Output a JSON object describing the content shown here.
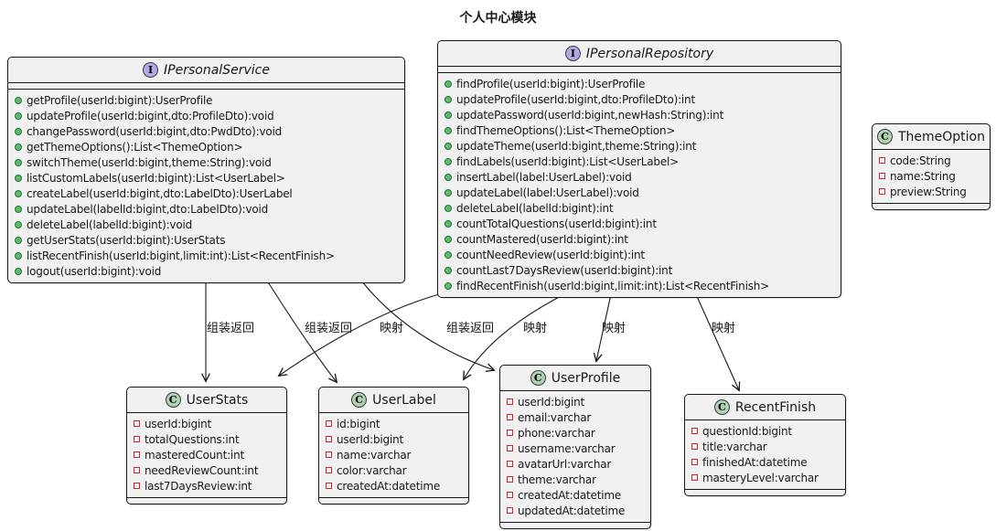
{
  "title": "个人中心模块",
  "classes": [
    {
      "id": "service",
      "stereotype": "interface",
      "spot": "I",
      "name": "IPersonalService",
      "fields": [],
      "methods": [
        "getProfile(userId:bigint):UserProfile",
        "updateProfile(userId:bigint,dto:ProfileDto):void",
        "changePassword(userId:bigint,dto:PwdDto):void",
        "getThemeOptions():List<ThemeOption>",
        "switchTheme(userId:bigint,theme:String):void",
        "listCustomLabels(userId:bigint):List<UserLabel>",
        "createLabel(userId:bigint,dto:LabelDto):UserLabel",
        "updateLabel(labelId:bigint,dto:LabelDto):void",
        "deleteLabel(labelId:bigint):void",
        "getUserStats(userId:bigint):UserStats",
        "listRecentFinish(userId:bigint,limit:int):List<RecentFinish>",
        "logout(userId:bigint):void"
      ]
    },
    {
      "id": "repository",
      "stereotype": "interface",
      "spot": "I",
      "name": "IPersonalRepository",
      "fields": [],
      "methods": [
        "findProfile(userId:bigint):UserProfile",
        "updateProfile(userId:bigint,dto:ProfileDto):int",
        "updatePassword(userId:bigint,newHash:String):int",
        "findThemeOptions():List<ThemeOption>",
        "updateTheme(userId:bigint,theme:String):int",
        "findLabels(userId:bigint):List<UserLabel>",
        "insertLabel(label:UserLabel):void",
        "updateLabel(label:UserLabel):void",
        "deleteLabel(labelId:bigint):int",
        "countTotalQuestions(userId:bigint):int",
        "countMastered(userId:bigint):int",
        "countNeedReview(userId:bigint):int",
        "countLast7DaysReview(userId:bigint):int",
        "findRecentFinish(userId:bigint,limit:int):List<RecentFinish>"
      ]
    },
    {
      "id": "themeOption",
      "stereotype": "class",
      "spot": "C",
      "name": "ThemeOption",
      "fields": [
        "code:String",
        "name:String",
        "preview:String"
      ],
      "methods": []
    },
    {
      "id": "userStats",
      "stereotype": "class",
      "spot": "C",
      "name": "UserStats",
      "fields": [
        "userId:bigint",
        "totalQuestions:int",
        "masteredCount:int",
        "needReviewCount:int",
        "last7DaysReview:int"
      ],
      "methods": []
    },
    {
      "id": "userLabel",
      "stereotype": "class",
      "spot": "C",
      "name": "UserLabel",
      "fields": [
        "id:bigint",
        "userId:bigint",
        "name:varchar",
        "color:varchar",
        "createdAt:datetime"
      ],
      "methods": []
    },
    {
      "id": "userProfile",
      "stereotype": "class",
      "spot": "C",
      "name": "UserProfile",
      "fields": [
        "userId:bigint",
        "email:varchar",
        "phone:varchar",
        "username:varchar",
        "avatarUrl:varchar",
        "theme:varchar",
        "createdAt:datetime",
        "updatedAt:datetime"
      ],
      "methods": []
    },
    {
      "id": "recentFinish",
      "stereotype": "class",
      "spot": "C",
      "name": "RecentFinish",
      "fields": [
        "questionId:bigint",
        "title:varchar",
        "finishedAt:datetime",
        "masteryLevel:varchar"
      ],
      "methods": []
    }
  ],
  "edges": [
    {
      "from": "IPersonalService",
      "to": "UserStats",
      "label": "组装返回"
    },
    {
      "from": "IPersonalService",
      "to": "UserLabel",
      "label": "组装返回"
    },
    {
      "from": "IPersonalService",
      "to": "UserProfile",
      "label": "组装返回"
    },
    {
      "from": "IPersonalRepository",
      "to": "UserStats",
      "label": "映射"
    },
    {
      "from": "IPersonalRepository",
      "to": "UserLabel",
      "label": "映射"
    },
    {
      "from": "IPersonalRepository",
      "to": "UserProfile",
      "label": "映射"
    },
    {
      "from": "IPersonalRepository",
      "to": "RecentFinish",
      "label": "映射"
    }
  ],
  "colors": {
    "box-fill": "#f1f1f1",
    "box-border": "#181818",
    "edge-color": "#181818",
    "text-color": "#181818",
    "interface-spot": "#b4a7e5",
    "class-spot": "#add1b2",
    "method-dot-fill": "#71b362",
    "method-dot-border": "#038048",
    "field-square-border": "#c82930"
  }
}
